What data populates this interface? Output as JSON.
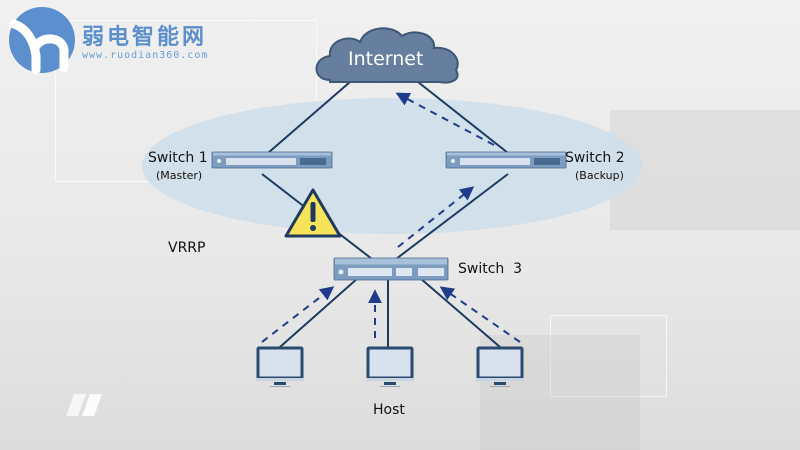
{
  "logo": {
    "title": "弱电智能网",
    "url": "www.ruodian360.com",
    "icon": "logo-icon"
  },
  "diagram": {
    "cloud": {
      "label": "Internet",
      "icon": "cloud-icon"
    },
    "protocol_label": "VRRP",
    "switches": [
      {
        "name": "Switch 1",
        "role": "(Master)",
        "icon": "switch-icon"
      },
      {
        "name": "Switch 2",
        "role": "(Backup)",
        "icon": "switch-icon"
      },
      {
        "name": "Switch  3",
        "role": "",
        "icon": "switch-icon"
      }
    ],
    "warning": {
      "icon": "warning-icon",
      "symbol": "!"
    },
    "hosts_label": "Host",
    "host_count": 3,
    "colors": {
      "cloud": "#667f9f",
      "line": "#1e3a5f",
      "arrow": "#1f3c8c",
      "ellipse": "#cfdfeb",
      "switch": "#6e8fb3",
      "warning": "#f7e35a",
      "logo": "#5b8fce"
    }
  }
}
